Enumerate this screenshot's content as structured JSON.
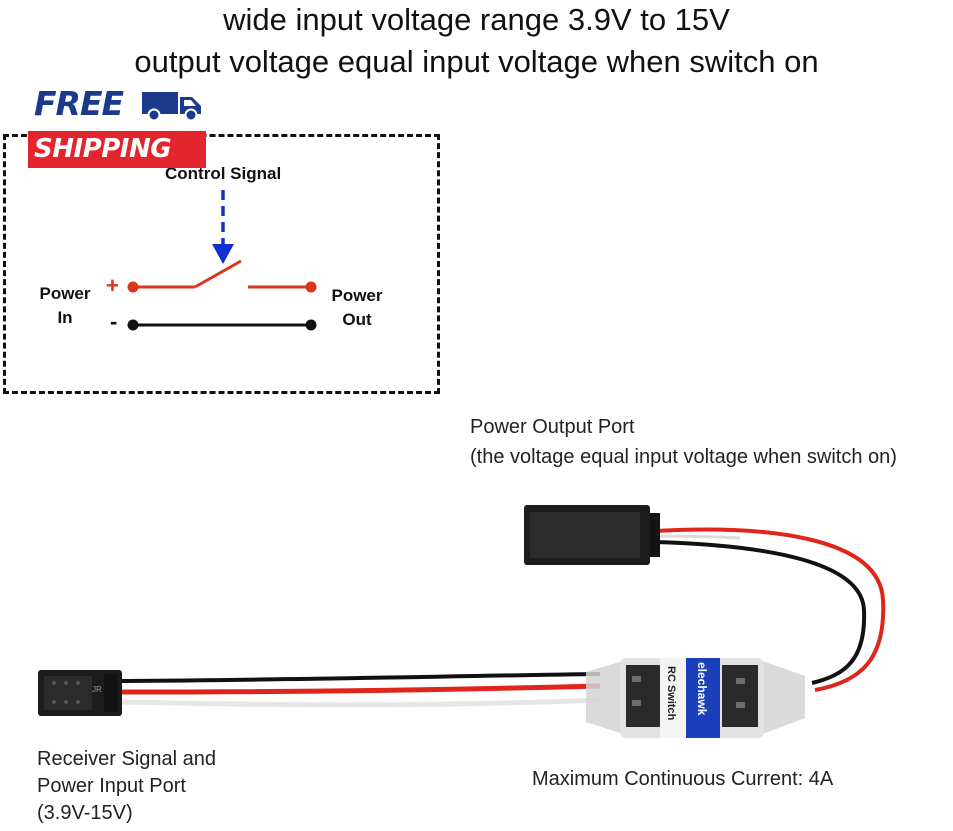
{
  "headline": {
    "line1": "wide input voltage range 3.9V to 15V",
    "line2": "output voltage equal input voltage when switch on"
  },
  "badge": {
    "free": "FREE",
    "shipping": "SHIPPING",
    "icon": "truck-icon",
    "colors": {
      "blue": "#1b3a8c",
      "red": "#e3262d"
    }
  },
  "diagram": {
    "control_signal": "Control Signal",
    "power_in": [
      "Power",
      "In"
    ],
    "power_out": [
      "Power",
      "Out"
    ],
    "plus": "+",
    "minus": "-",
    "colors": {
      "positive": "#d9361c",
      "signal": "#1030d0",
      "negative": "#111111"
    }
  },
  "product": {
    "output_port_title": "Power Output Port",
    "output_port_note": "(the voltage equal input voltage when switch on)",
    "input_port": [
      "Receiver Signal and",
      "Power Input Port",
      "(3.9V-15V)"
    ],
    "max_current": "Maximum Continuous Current: 4A",
    "brand": "elechawk",
    "module_label": "RC Switch",
    "connector_mark": "JR"
  }
}
